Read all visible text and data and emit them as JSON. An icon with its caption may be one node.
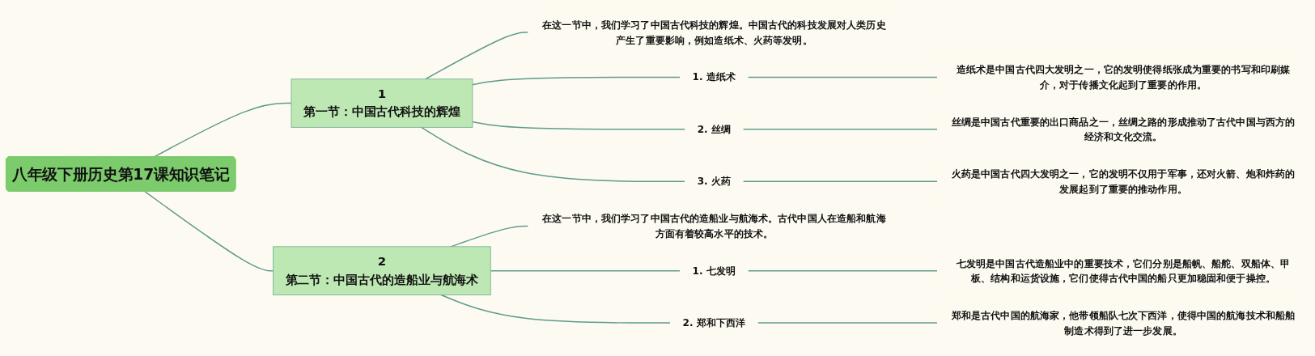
{
  "diagram": {
    "nodes": [
      {
        "text": [
          "八年级下册历史第17课知识笔记"
        ]
      },
      {
        "text": [
          "1",
          "第一节：中国古代科技的辉煌"
        ]
      },
      {
        "text": [
          "在这一节中，我们学习了中国古代科技的辉煌。中国古代的科技发展对人类历史产生了重要影响，例如造纸术、火药等发明。"
        ]
      },
      {
        "text": [
          "1. 造纸术"
        ]
      },
      {
        "text": [
          "造纸术是中国古代四大发明之一，它的发明使得纸张成为重要的书写和印刷媒介，对于传播文化起到了重要的作用。"
        ]
      },
      {
        "text": [
          "2. 丝绸"
        ]
      },
      {
        "text": [
          "丝绸是中国古代重要的出口商品之一，丝绸之路的形成推动了古代中国与西方的经济和文化交流。"
        ]
      },
      {
        "text": [
          "3. 火药"
        ]
      },
      {
        "text": [
          "火药是中国古代四大发明之一，它的发明不仅用于军事，还对火箭、炮和炸药的发展起到了重要的推动作用。"
        ]
      },
      {
        "text": [
          "2",
          "第二节：中国古代的造船业与航海术"
        ]
      },
      {
        "text": [
          "在这一节中，我们学习了中国古代的造船业与航海术。古代中国人在造船和航海方面有着较高水平的技术。"
        ]
      },
      {
        "text": [
          "1. 七发明"
        ]
      },
      {
        "text": [
          "七发明是中国古代造船业中的重要技术，它们分别是船帆、船舵、双船体、甲板、结构和运货设施，它们使得古代中国的船只更加稳固和便于操控。"
        ]
      },
      {
        "text": [
          "2. 郑和下西洋"
        ]
      },
      {
        "text": [
          "郑和是古代中国的航海家，他带领船队七次下西洋，使得中国的航海技术和船舶制造术得到了进一步发展。"
        ]
      }
    ],
    "edges": [
      {
        "from": 0,
        "to": 1,
        "arrow": "none"
      },
      {
        "from": 1,
        "to": 2,
        "arrow": "none"
      },
      {
        "from": 1,
        "to": 3,
        "arrow": "none"
      },
      {
        "from": 3,
        "to": 4,
        "arrow": "none"
      },
      {
        "from": 1,
        "to": 5,
        "arrow": "none"
      },
      {
        "from": 5,
        "to": 6,
        "arrow": "none"
      },
      {
        "from": 1,
        "to": 7,
        "arrow": "none"
      },
      {
        "from": 7,
        "to": 8,
        "arrow": "none"
      },
      {
        "from": 0,
        "to": 9,
        "arrow": "none"
      },
      {
        "from": 9,
        "to": 10,
        "arrow": "none"
      },
      {
        "from": 9,
        "to": 11,
        "arrow": "none"
      },
      {
        "from": 11,
        "to": 12,
        "arrow": "none"
      },
      {
        "from": 9,
        "to": 13,
        "arrow": "none"
      },
      {
        "from": 13,
        "to": 14,
        "arrow": "none"
      }
    ]
  }
}
